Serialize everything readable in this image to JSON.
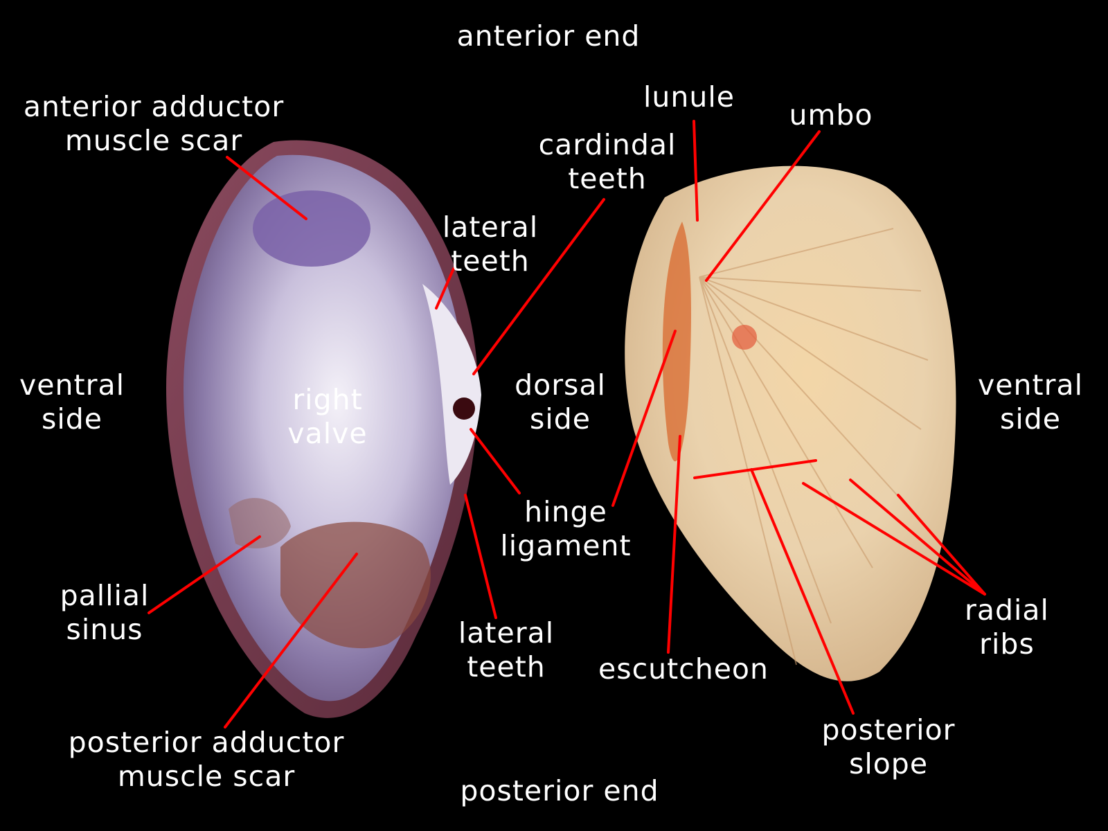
{
  "colors": {
    "background": "#000000",
    "leader_line": "#ff0000",
    "label_text": "#ffffff",
    "right_valve_rim": "#6e2f45",
    "right_valve_interior": "#d9d3e6",
    "left_shell_exterior": "#e8c9a1"
  },
  "labels": {
    "anterior_end": "anterior end",
    "posterior_end": "posterior end",
    "anterior_adductor": [
      "anterior adductor",
      "muscle scar"
    ],
    "posterior_adductor": [
      "posterior adductor",
      "muscle scar"
    ],
    "ventral_left": [
      "ventral",
      "side"
    ],
    "ventral_right": [
      "ventral",
      "side"
    ],
    "dorsal": [
      "dorsal",
      "side"
    ],
    "right_valve": [
      "right",
      "valve"
    ],
    "lateral_teeth_top": [
      "lateral",
      "teeth"
    ],
    "lateral_teeth_bottom": [
      "lateral",
      "teeth"
    ],
    "cardinal_teeth": [
      "cardindal",
      "teeth"
    ],
    "lunule": "lunule",
    "umbo": "umbo",
    "hinge_ligament": [
      "hinge",
      "ligament"
    ],
    "pallial_sinus": [
      "pallial",
      "sinus"
    ],
    "escutcheon": "escutcheon",
    "posterior_slope": [
      "posterior",
      "slope"
    ],
    "radial_ribs": [
      "radial",
      "ribs"
    ]
  }
}
